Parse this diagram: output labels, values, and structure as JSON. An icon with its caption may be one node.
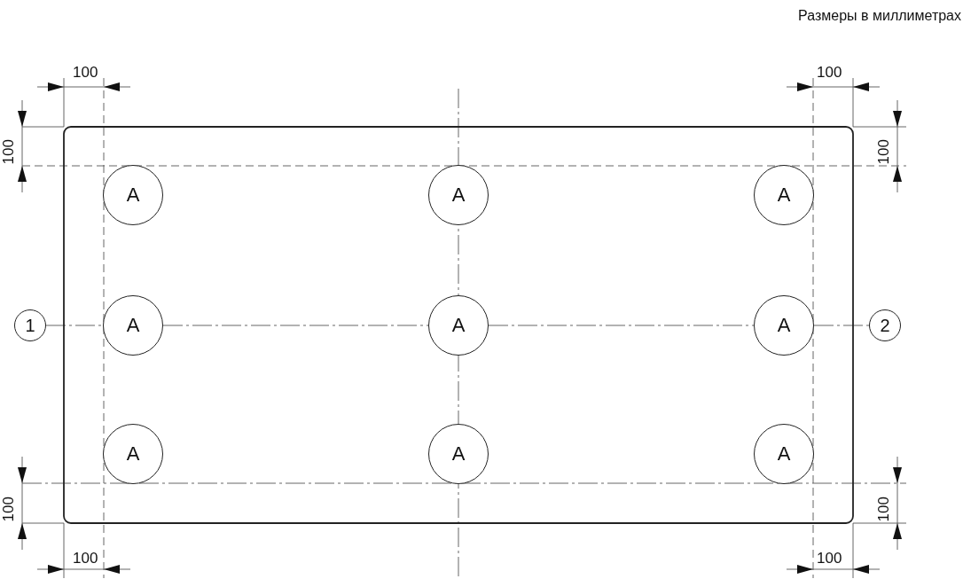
{
  "diagram": {
    "nodes": [
      {
        "text": [
          "A"
        ]
      },
      {
        "text": [
          "A"
        ]
      },
      {
        "text": [
          "A"
        ]
      },
      {
        "text": [
          "1"
        ]
      },
      {
        "text": [
          "A"
        ]
      },
      {
        "text": [
          "A"
        ]
      },
      {
        "text": [
          "A"
        ]
      },
      {
        "text": [
          "2"
        ]
      },
      {
        "text": [
          "A"
        ]
      },
      {
        "text": [
          "A"
        ]
      },
      {
        "text": [
          "A"
        ]
      }
    ],
    "edges": [
      {
        "from": 3,
        "to": 4,
        "arrow": "none",
        "style": "dashed"
      },
      {
        "from": 4,
        "to": 5,
        "arrow": "none",
        "style": "dashed"
      },
      {
        "from": 5,
        "to": 6,
        "arrow": "none",
        "style": "dashed"
      },
      {
        "from": 6,
        "to": 7,
        "arrow": "none",
        "style": "dashed"
      }
    ],
    "labels": [
      "Размеры в миллиметрах",
      "100",
      "100",
      "100",
      "100",
      "100",
      "100",
      "100",
      "100"
    ]
  }
}
